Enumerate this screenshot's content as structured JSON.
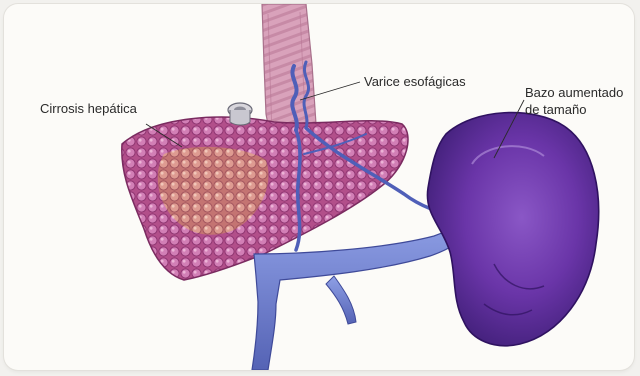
{
  "labels": {
    "cirrosis": "Cirrosis hepática",
    "varice": "Varice esofágicas",
    "bazo_line1": "Bazo aumentado",
    "bazo_line2": "de tamaño"
  },
  "colors": {
    "liver": "#b5558f",
    "liver_core": "#d07a7a",
    "vessel": "#6a78c9",
    "spleen": "#5b2b9a",
    "esophagus": "#c98aa8",
    "background": "#fcfbf8"
  }
}
